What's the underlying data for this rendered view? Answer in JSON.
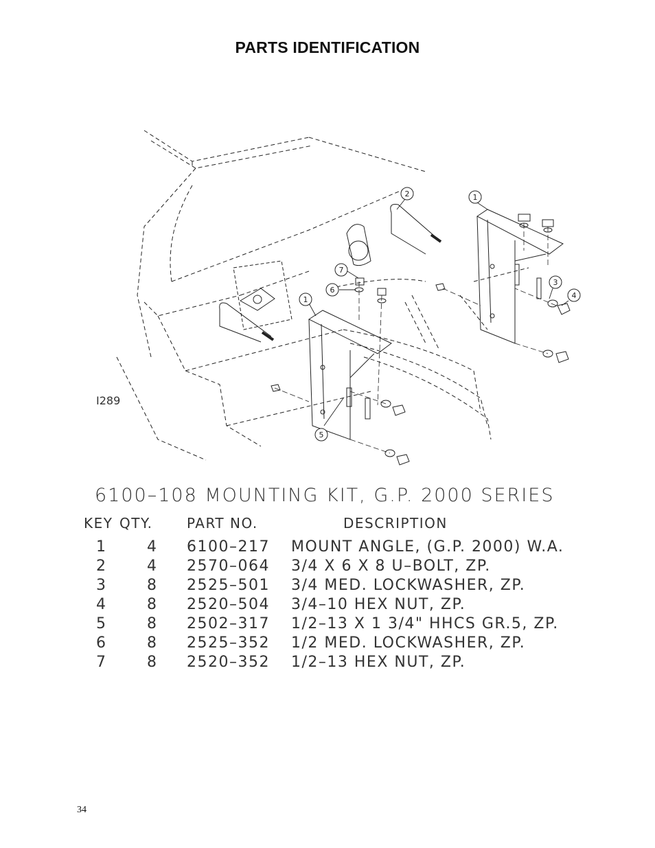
{
  "page": {
    "heading": "PARTS IDENTIFICATION",
    "page_number": "34"
  },
  "figure": {
    "id_label": "I289",
    "callouts": [
      "1",
      "2",
      "3",
      "4",
      "5",
      "6",
      "7",
      "1"
    ]
  },
  "kit": {
    "title": "6100–108   MOUNTING KIT, G.P. 2000 SERIES",
    "headers": {
      "key": "KEY",
      "qty": "QTY.",
      "part": "PART NO.",
      "desc": "DESCRIPTION"
    },
    "rows": [
      {
        "key": "1",
        "qty": "4",
        "part": "6100–217",
        "desc": "MOUNT ANGLE, (G.P. 2000) W.A."
      },
      {
        "key": "2",
        "qty": "4",
        "part": "2570–064",
        "desc": " 3/4 X 6 X 8 U–BOLT, ZP."
      },
      {
        "key": "3",
        "qty": "8",
        "part": "2525–501",
        "desc": " 3/4 MED. LOCKWASHER, ZP."
      },
      {
        "key": "4",
        "qty": "8",
        "part": "2520–504",
        "desc": " 3/4–10 HEX NUT, ZP."
      },
      {
        "key": "5",
        "qty": "8",
        "part": "2502–317",
        "desc": "1/2–13 X 1 3/4\" HHCS GR.5, ZP."
      },
      {
        "key": "6",
        "qty": "8",
        "part": "2525–352",
        "desc": " 1/2 MED. LOCKWASHER, ZP."
      },
      {
        "key": "7",
        "qty": "8",
        "part": "2520–352",
        "desc": " 1/2–13 HEX NUT, ZP."
      }
    ]
  }
}
